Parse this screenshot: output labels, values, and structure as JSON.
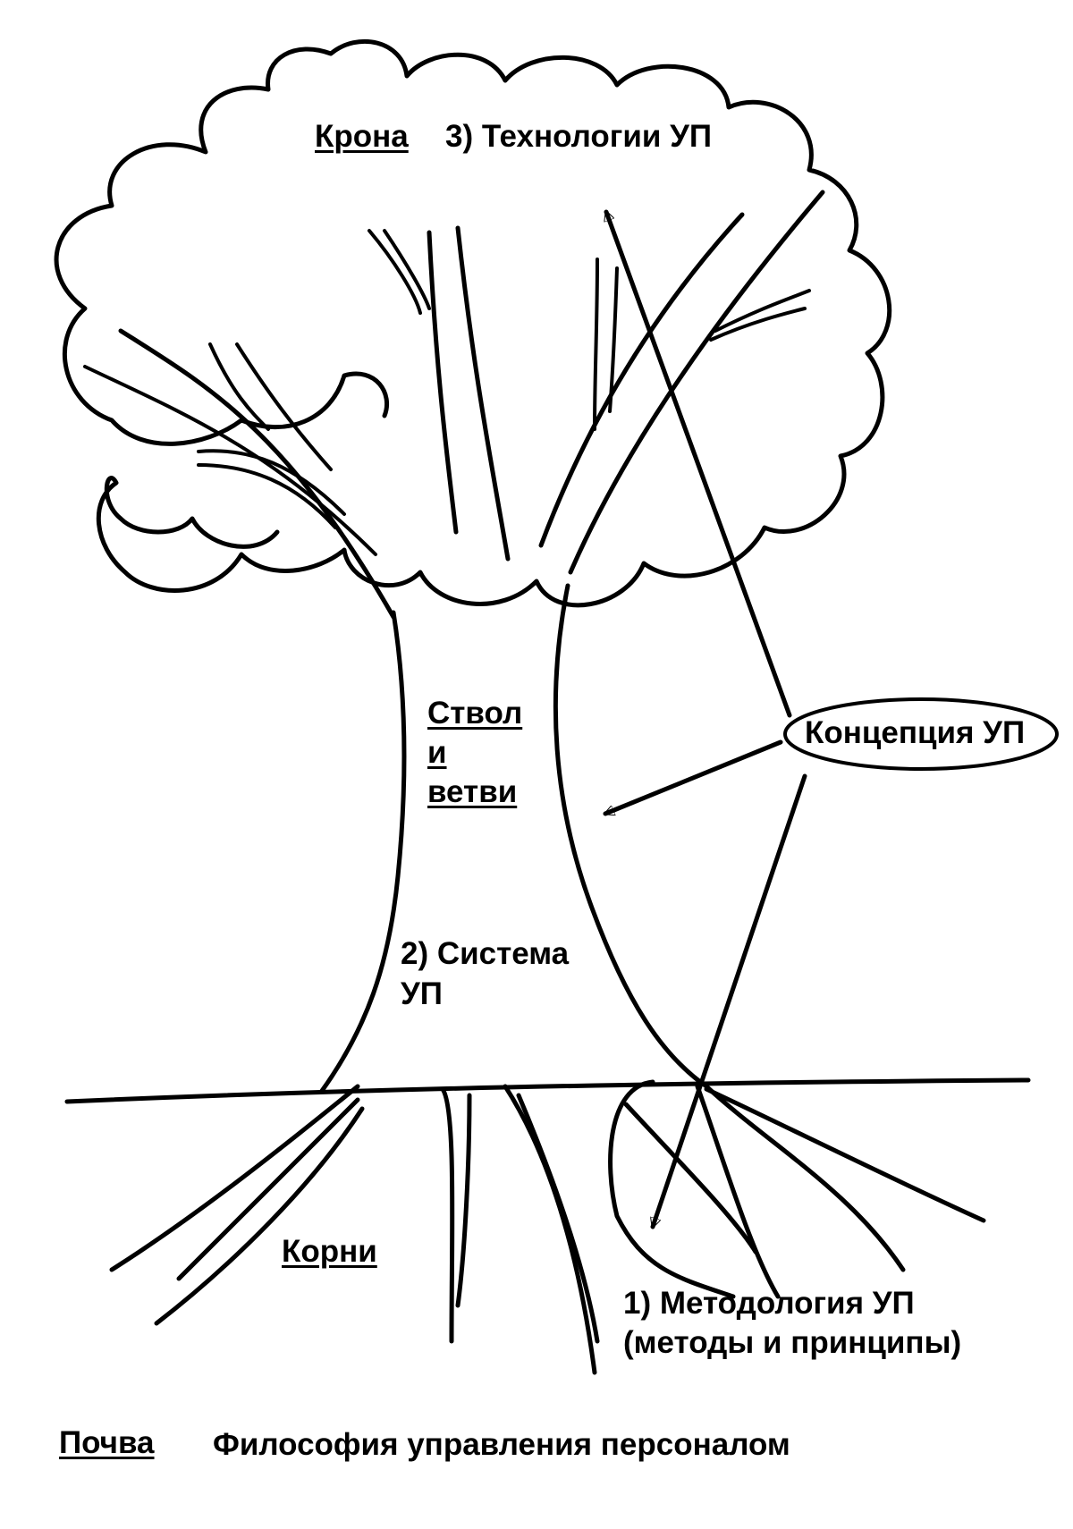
{
  "labels": {
    "crown_title": "Крона",
    "crown_text": "3) Технологии УП",
    "trunk_line1": "Ствол",
    "trunk_line2": "и",
    "trunk_line3": "ветви",
    "system_line1": "2) Система",
    "system_line2": "УП",
    "concept": "Концепция УП",
    "roots_title": "Корни",
    "method_line1": "1) Методология УП",
    "method_line2": "(методы и принципы)",
    "soil_title": "Почва",
    "soil_text": "Философия управления персоналом"
  }
}
